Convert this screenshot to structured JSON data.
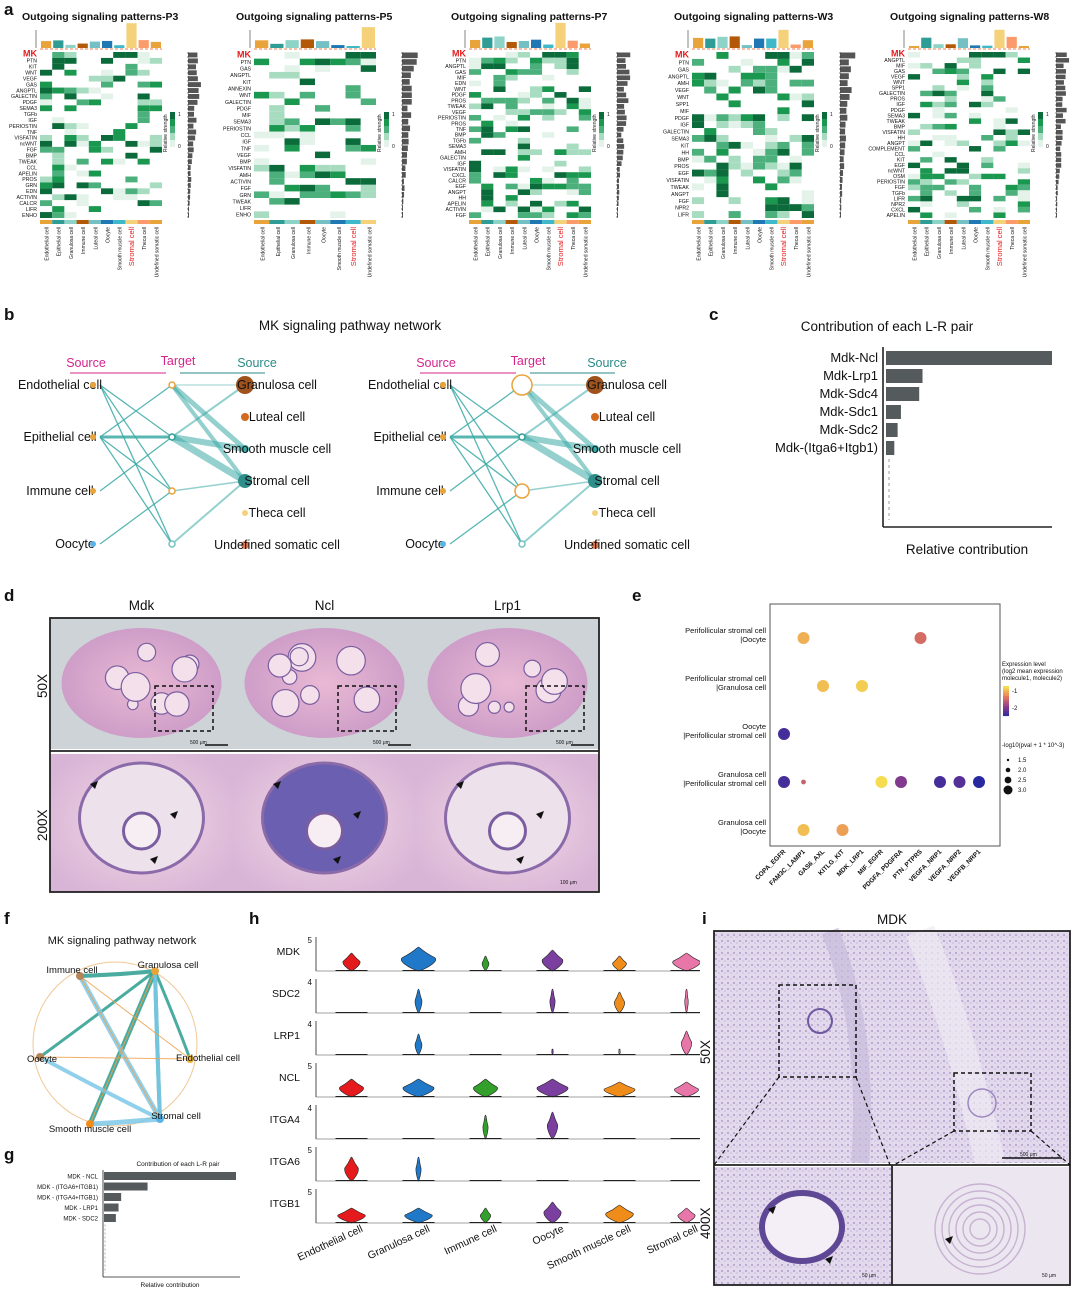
{
  "panel_letters": {
    "a": "a",
    "b": "b",
    "c": "c",
    "d": "d",
    "e": "e",
    "f": "f",
    "g": "g",
    "h": "h",
    "i": "i"
  },
  "colors": {
    "green_dark": "#0b6b3a",
    "green_mid": "#1a9850",
    "green_light": "#a8dcc0",
    "teal": "#3ba9a6",
    "red": "#e41a1c",
    "he_purple": "#8a6aa8",
    "cell_colors": [
      "#e8a33b",
      "#2f9c95",
      "#8dd3c7",
      "#b35806",
      "#74c0c4",
      "#1f78b4",
      "#3fb8c9",
      "#f5d27a",
      "#fb9a6b"
    ]
  },
  "panel_a": {
    "heatmaps": [
      {
        "title": "Outgoing signaling patterns-P3",
        "rows": [
          "MK",
          "PTN",
          "KIT",
          "WNT",
          "VEGF",
          "GAS",
          "ANGPTL",
          "GALECTIN",
          "PDGF",
          "SEMA3",
          "TGFb",
          "IGF",
          "PERIOSTIN",
          "TNF",
          "VISFATIN",
          "ncWNT",
          "FGF",
          "BMP",
          "TWEAK",
          "CCL",
          "APELIN",
          "PROS",
          "GRN",
          "EDN",
          "ACTIVIN",
          "CALCR",
          "LIFR",
          "ENHO"
        ],
        "cols": [
          "Endothelial cell",
          "Epithelial cell",
          "Granulosa cell",
          "Immune cell",
          "Luteal cell",
          "Oocyte",
          "Smooth muscle cell",
          "Stromal cell",
          "Theca cell",
          "Undefined somatic cell"
        ]
      },
      {
        "title": "Outgoing signaling patterns-P5",
        "rows": [
          "MK",
          "PTN",
          "GAS",
          "ANGPTL",
          "KIT",
          "ANNEXIN",
          "WNT",
          "GALECTIN",
          "PDGF",
          "MIF",
          "SEMA3",
          "PERIOSTIN",
          "CCL",
          "IGF",
          "TNF",
          "VEGF",
          "BMP",
          "VISFATIN",
          "AMH",
          "ACTIVIN",
          "FGF",
          "GRN",
          "TWEAK",
          "LIFR",
          "ENHO"
        ],
        "cols": [
          "Endothelial cell",
          "Epithelial cell",
          "Granulosa cell",
          "Immune cell",
          "Oocyte",
          "Smooth muscle cell",
          "Stromal cell",
          "Undefined somatic cell"
        ]
      },
      {
        "title": "Outgoing signaling patterns-P7",
        "rows": [
          "MK",
          "PTN",
          "ANGPTL",
          "GAS",
          "MIF",
          "EDN",
          "WNT",
          "PDGF",
          "PROS",
          "TWEAK",
          "VEGF",
          "PERIOSTIN",
          "PROS",
          "TNF",
          "BMP",
          "TGFb",
          "SEMA3",
          "AMH",
          "GALECTIN",
          "IGF",
          "VISFATIN",
          "CXCL",
          "CALCR",
          "EGF",
          "ANGPT",
          "HH",
          "APELIN",
          "ACTIVIN",
          "FGF"
        ],
        "cols": [
          "Endothelial cell",
          "Epithelial cell",
          "Granulosa cell",
          "Immune cell",
          "Luteal cell",
          "Oocyte",
          "Smooth muscle cell",
          "Stromal cell",
          "Theca cell",
          "Undefined somatic cell"
        ]
      },
      {
        "title": "Outgoing signaling patterns-W3",
        "rows": [
          "MK",
          "PTN",
          "GAS",
          "ANGPTL",
          "AMH",
          "VEGF",
          "WNT",
          "SPP1",
          "MIF",
          "PDGF",
          "IGF",
          "GALECTIN",
          "SEMA3",
          "KIT",
          "HH",
          "BMP",
          "PROS",
          "EGF",
          "VISFATIN",
          "TWEAK",
          "ANGPT",
          "FGF",
          "NPR2",
          "LIFR"
        ],
        "cols": [
          "Endothelial cell",
          "Epithelial cell",
          "Granulosa cell",
          "Immune cell",
          "Luteal cell",
          "Oocyte",
          "Smooth muscle cell",
          "Stromal cell",
          "Theca cell",
          "Undefined somatic cell"
        ]
      },
      {
        "title": "Outgoing signaling patterns-W8",
        "rows": [
          "MK",
          "ANGPTL",
          "MIF",
          "GAS",
          "VEGF",
          "WNT",
          "SPP1",
          "GALECTIN",
          "PROS",
          "IGF",
          "PDGF",
          "SEMA3",
          "TWEAK",
          "BMP",
          "VISFATIN",
          "HH",
          "ANGPT",
          "COMPLEMENT",
          "CCL",
          "KIT",
          "EGF",
          "ncWNT",
          "OSM",
          "PERIOSTIN",
          "FGF",
          "TGFb",
          "LIFR",
          "NPR2",
          "CXCL",
          "APELIN"
        ],
        "cols": [
          "Endothelial cell",
          "Epithelial cell",
          "Granulosa cell",
          "Immune cell",
          "Luteal cell",
          "Oocyte",
          "Smooth muscle cell",
          "Stromal cell",
          "Theca cell",
          "Undefined somatic cell"
        ]
      }
    ],
    "legend_label": "Relative strength",
    "legend_max": "1",
    "legend_min": "0"
  },
  "panel_b": {
    "title": "MK signaling pathway network",
    "source_label": "Source",
    "target_label": "Target",
    "left_nodes": [
      "Endothelial cell",
      "Epithelial cell",
      "Immune cell",
      "Oocyte"
    ],
    "right_nodes": [
      "Granulosa cell",
      "Luteal cell",
      "Smooth muscle cell",
      "Stromal cell",
      "Theca cell",
      "Undefined somatic cell"
    ]
  },
  "panel_c": {
    "title": "Contribution of each L-R pair",
    "xlabel": "Relative contribution",
    "chart_data": {
      "type": "bar",
      "title": "Contribution of each L-R pair",
      "xlabel": "Relative contribution",
      "categories": [
        "Mdk-Ncl",
        "Mdk-Lrp1",
        "Mdk-Sdc4",
        "Mdk-Sdc1",
        "Mdk-Sdc2",
        "Mdk-(Itga6+Itgb1)"
      ],
      "values": [
        1.0,
        0.22,
        0.2,
        0.09,
        0.07,
        0.05
      ]
    }
  },
  "panel_d": {
    "col_titles": [
      "Mdk",
      "Ncl",
      "Lrp1"
    ],
    "row_labels": [
      "50X",
      "200X"
    ],
    "scale_50x": "500 μm",
    "scale_200x": "100 μm"
  },
  "panel_e": {
    "rows": [
      "Perifollicular stromal cell\n|Oocyte",
      "Perifollicular stromal cell\n|Granulosa cell",
      "Oocyte\n|Perifollicular stromal cell",
      "Granulosa cell\n|Perifollicular stromal cell",
      "Granulosa cell\n|Oocyte"
    ],
    "cols": [
      "COPA_EGFR",
      "FAM3C_LAMP1",
      "GAS6_AXL",
      "KITLG_KIT",
      "MDK_LRP1",
      "MIF_EGFR",
      "PDGFA_PDGFRA",
      "PTN_PTPRS",
      "VEGFA_NRP1",
      "VEGFA_NRP2",
      "VEGFB_NRP1"
    ],
    "legend_title": "Expression level\n(log2 mean expression\nmolecule1, molecule2)",
    "legend_ticks": [
      "-1",
      "-2"
    ],
    "size_title": "-log10(pval + 1 * 10^-3)",
    "size_values": [
      "1.5",
      "2.0",
      "2.5",
      "3.0"
    ],
    "chart_data": {
      "type": "scatter",
      "points": [
        {
          "row": 0,
          "col": 1,
          "expr": -0.8,
          "size": 2.5
        },
        {
          "row": 0,
          "col": 7,
          "expr": -1.3,
          "size": 2.5
        },
        {
          "row": 1,
          "col": 2,
          "expr": -0.7,
          "size": 2.5
        },
        {
          "row": 1,
          "col": 4,
          "expr": -0.6,
          "size": 2.5
        },
        {
          "row": 2,
          "col": 0,
          "expr": -2.3,
          "size": 2.5
        },
        {
          "row": 3,
          "col": 0,
          "expr": -2.3,
          "size": 2.5
        },
        {
          "row": 3,
          "col": 1,
          "expr": -1.4,
          "size": 1.0
        },
        {
          "row": 3,
          "col": 5,
          "expr": -0.5,
          "size": 2.5
        },
        {
          "row": 3,
          "col": 6,
          "expr": -1.9,
          "size": 2.5
        },
        {
          "row": 3,
          "col": 8,
          "expr": -2.3,
          "size": 2.5
        },
        {
          "row": 3,
          "col": 9,
          "expr": -2.2,
          "size": 2.5
        },
        {
          "row": 3,
          "col": 10,
          "expr": -2.5,
          "size": 2.5
        },
        {
          "row": 4,
          "col": 1,
          "expr": -0.7,
          "size": 2.5
        },
        {
          "row": 4,
          "col": 3,
          "expr": -0.9,
          "size": 2.5
        }
      ]
    }
  },
  "panel_f": {
    "title": "MK signaling pathway network",
    "nodes": [
      "Immune cell",
      "Granulosa cell",
      "Oocyte",
      "Endothelial cell",
      "Smooth muscle cell",
      "Stromal cell"
    ]
  },
  "panel_g": {
    "title": "Contribution of each L-R pair",
    "xlabel": "Relative contribution",
    "chart_data": {
      "type": "bar",
      "title": "Contribution of each L-R pair",
      "xlabel": "Relative contribution",
      "categories": [
        "MDK - NCL",
        "MDK - (ITGA6+ITGB1)",
        "MDK - (ITGA4+ITGB1)",
        "MDK - LRP1",
        "MDK - SDC2"
      ],
      "values": [
        1.0,
        0.33,
        0.13,
        0.11,
        0.09
      ]
    }
  },
  "panel_h": {
    "genes": [
      "MDK",
      "SDC2",
      "LRP1",
      "NCL",
      "ITGA4",
      "ITGA6",
      "ITGB1"
    ],
    "ymax": [
      "5",
      "4",
      "4",
      "5",
      "4",
      "5",
      "5"
    ],
    "cells": [
      "Endothelial cell",
      "Granulosa cell",
      "Immune cell",
      "Oocyte",
      "Smooth muscle cell",
      "Stromal cell"
    ],
    "cell_colors": [
      "#e41a1c",
      "#1f78c8",
      "#33a02c",
      "#7b3fa0",
      "#f08c1a",
      "#e876a8"
    ],
    "chart_data": {
      "type": "violin",
      "genes": [
        "MDK",
        "SDC2",
        "LRP1",
        "NCL",
        "ITGA4",
        "ITGA6",
        "ITGB1"
      ],
      "cells": [
        "Endothelial cell",
        "Granulosa cell",
        "Immune cell",
        "Oocyte",
        "Smooth muscle cell",
        "Stromal cell"
      ],
      "widths": [
        [
          0.5,
          1.0,
          0.2,
          0.6,
          0.4,
          0.8
        ],
        [
          0.0,
          0.2,
          0.0,
          0.15,
          0.3,
          0.1
        ],
        [
          0.0,
          0.2,
          0.0,
          0.05,
          0.05,
          0.3
        ],
        [
          0.7,
          0.9,
          0.7,
          0.9,
          0.9,
          0.7
        ],
        [
          0.0,
          0.0,
          0.15,
          0.3,
          0.0,
          0.0
        ],
        [
          0.4,
          0.15,
          0.0,
          0.0,
          0.0,
          0.0
        ],
        [
          0.8,
          0.8,
          0.3,
          0.5,
          0.8,
          0.5
        ]
      ],
      "heights": [
        [
          0.6,
          0.8,
          0.5,
          0.7,
          0.5,
          0.6
        ],
        [
          0.0,
          0.8,
          0.0,
          0.8,
          0.7,
          0.8
        ],
        [
          0.0,
          0.7,
          0.0,
          0.2,
          0.2,
          0.8
        ],
        [
          0.6,
          0.6,
          0.6,
          0.6,
          0.5,
          0.5
        ],
        [
          0.0,
          0.0,
          0.8,
          0.9,
          0.0,
          0.0
        ],
        [
          0.8,
          0.8,
          0.0,
          0.0,
          0.0,
          0.0
        ],
        [
          0.5,
          0.5,
          0.5,
          0.7,
          0.6,
          0.5
        ]
      ]
    }
  },
  "panel_i": {
    "title": "MDK",
    "row_labels": [
      "50X",
      "400X"
    ],
    "scale_50x": "500 μm",
    "scale_400x": "50 μm"
  }
}
